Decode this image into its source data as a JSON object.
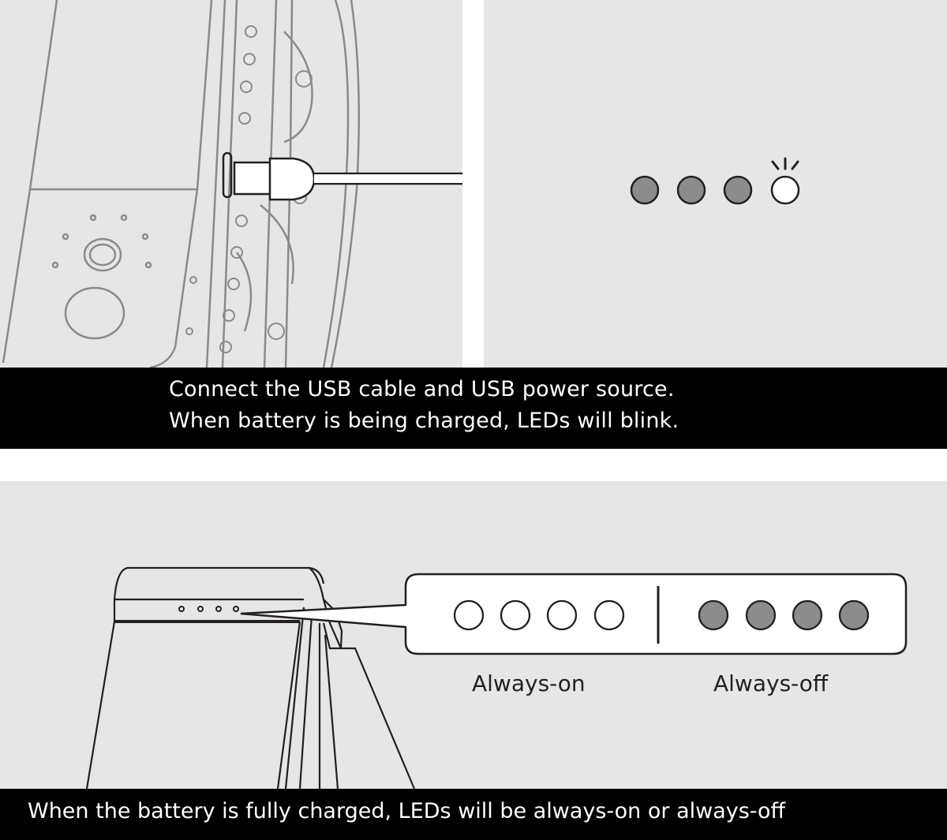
{
  "colors": {
    "panel_bg": "#e6e6e6",
    "caption_bg": "#000000",
    "caption_text": "#ffffff",
    "led_on_fill": "#ffffff",
    "led_off_fill": "#8c8c8c",
    "line_dark": "#231f20",
    "line_gray": "#8a8a8a"
  },
  "top_right": {
    "leds": [
      {
        "state": "off"
      },
      {
        "state": "off"
      },
      {
        "state": "off"
      },
      {
        "state": "blinking"
      }
    ]
  },
  "caption_top": {
    "line1": "Connect the USB cable and USB power source.",
    "line2": "When battery is being charged, LEDs will blink."
  },
  "bottom": {
    "callout": {
      "on_leds": [
        {
          "state": "on"
        },
        {
          "state": "on"
        },
        {
          "state": "on"
        },
        {
          "state": "on"
        }
      ],
      "off_leds": [
        {
          "state": "off"
        },
        {
          "state": "off"
        },
        {
          "state": "off"
        },
        {
          "state": "off"
        }
      ]
    },
    "label_on": "Always-on",
    "label_off": "Always-off"
  },
  "caption_bottom": {
    "line1": "When the battery is fully charged, LEDs will be always-on or always-off"
  }
}
